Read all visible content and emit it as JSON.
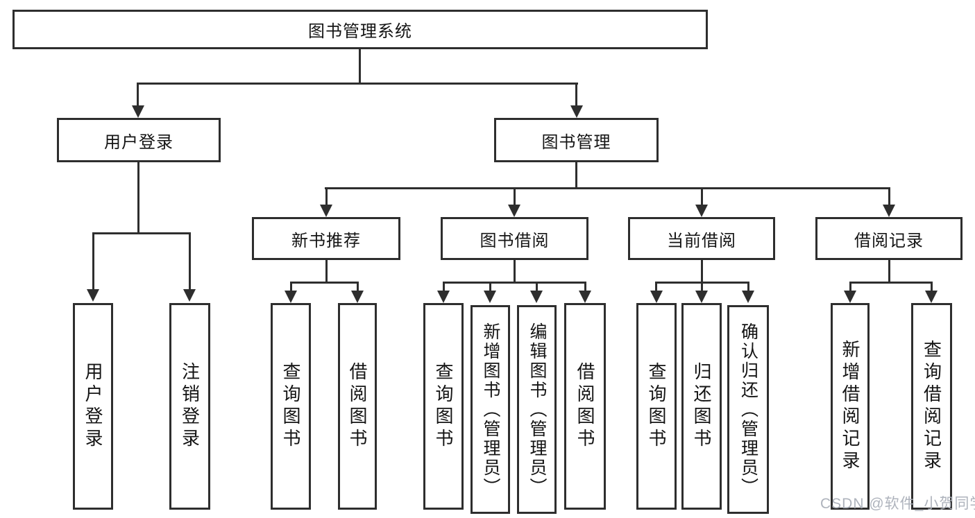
{
  "tree": {
    "label": "图书管理系统",
    "children": [
      {
        "label": "用户登录",
        "children": [
          {
            "label": "用户登录"
          },
          {
            "label": "注销登录"
          }
        ]
      },
      {
        "label": "图书管理",
        "children": [
          {
            "label": "新书推荐",
            "children": [
              {
                "label": "查询图书"
              },
              {
                "label": "借阅图书"
              }
            ]
          },
          {
            "label": "图书借阅",
            "children": [
              {
                "label": "查询图书"
              },
              {
                "label": "新增图书（管理员）"
              },
              {
                "label": "编辑图书（管理员）"
              },
              {
                "label": "借阅图书"
              }
            ]
          },
          {
            "label": "当前借阅",
            "children": [
              {
                "label": "查询图书"
              },
              {
                "label": "归还图书"
              },
              {
                "label": "确认归还（管理员）"
              }
            ]
          },
          {
            "label": "借阅记录",
            "children": [
              {
                "label": "新增借阅记录"
              },
              {
                "label": "查询借阅记录"
              }
            ]
          }
        ]
      }
    ]
  },
  "watermark": {
    "label": "CSDN @软件_小贺同学"
  },
  "colors": {
    "line": "#2e2e2e",
    "text": "#141414",
    "watermark": "#aaafb8",
    "background": "#ffffff"
  }
}
